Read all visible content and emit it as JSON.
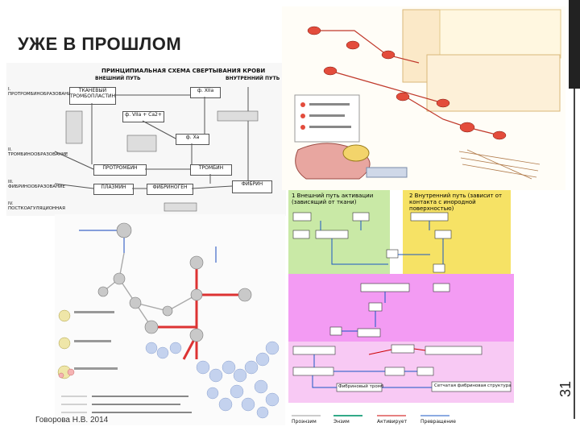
{
  "slide": {
    "title": "УЖЕ В ПРОШЛОМ",
    "author": "Говорова Н.В. 2014",
    "page_number": "31"
  },
  "scheme1": {
    "title": "ПРИНЦИПИАЛЬНАЯ СХЕМА СВЕРТЫВАНИЯ КРОВИ",
    "external": "ВНЕШНИЙ ПУТЬ",
    "internal": "ВНУТРЕННИЙ ПУТЬ",
    "phases": [
      "I. ПРОТРОМБИНОБРАЗОВАНИЕ",
      "II. ТРОМБИНООБРАЗОВАНИЕ",
      "III. ФИБРИНООБРАЗОВАНИЕ",
      "IV. ПОСТКОАГУЛЯЦИОННАЯ"
    ],
    "nodes": [
      "ТКАНЕВЫЙ ТРОМБОПЛАСТИН",
      "ф. XIIа",
      "ф. VIIa + Ca2+",
      "ф. Xa",
      "ПРОТРОМБИН",
      "ТРОМБИН",
      "ПЛАЗМИН",
      "ФИБРИНОГЕН",
      "ФИБРИН"
    ]
  },
  "scheme3": {
    "path1": "1 Внешний путь активации (зависящий от ткани)",
    "path2": "2 Внутренний путь (зависит от контакта с инородной поверхностью)",
    "fibrin_clot": "Фибриновый тромб",
    "fibrin_structure": "Сетчатая фибриновая структура",
    "legend": [
      "Проэнзим",
      "Энзим",
      "Активирует",
      "Превращение"
    ]
  }
}
